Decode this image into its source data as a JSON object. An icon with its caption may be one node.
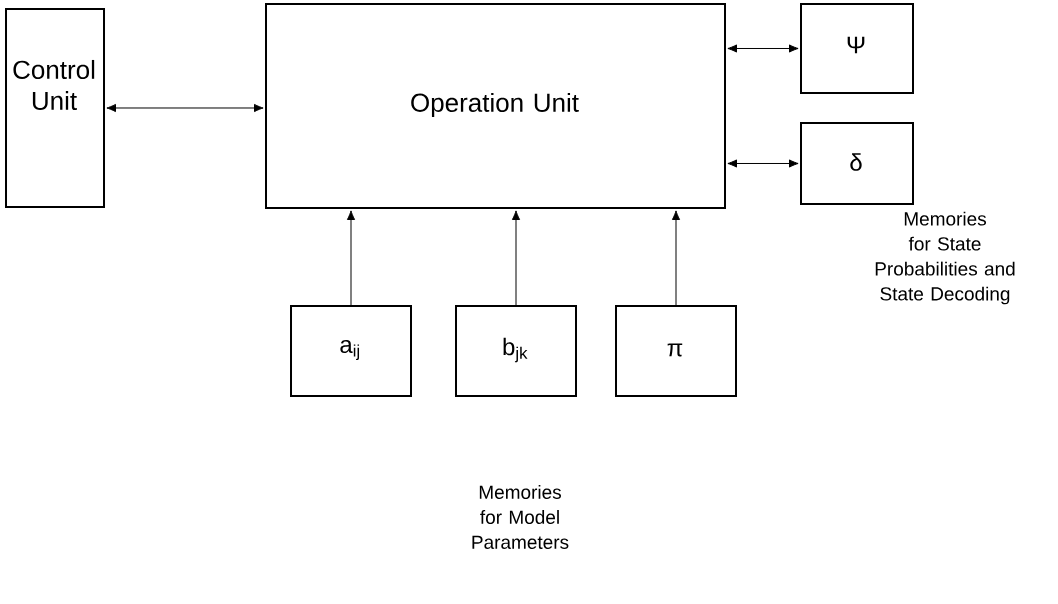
{
  "diagram": {
    "nodes": [
      {
        "text": [
          "Control Unit"
        ]
      },
      {
        "text": [
          "Operation Unit"
        ]
      },
      {
        "text": [
          "Ψ"
        ]
      },
      {
        "text": [
          "δ"
        ]
      },
      {
        "text": [
          "a$_{ij}$"
        ]
      },
      {
        "text": [
          "b$_{jk}$"
        ]
      },
      {
        "text": [
          "π"
        ]
      }
    ],
    "edges": [
      {
        "from": 0,
        "to": 1,
        "arrow": "both"
      },
      {
        "from": 1,
        "to": 2,
        "arrow": "both"
      },
      {
        "from": 1,
        "to": 3,
        "arrow": "both"
      },
      {
        "from": 4,
        "to": 1,
        "arrow": "to"
      },
      {
        "from": 5,
        "to": 1,
        "arrow": "to"
      },
      {
        "from": 6,
        "to": 1,
        "arrow": "to"
      }
    ],
    "labels": [
      "Memories for State Probabilities and State Decoding",
      "Memories for Model Parameters"
    ]
  }
}
